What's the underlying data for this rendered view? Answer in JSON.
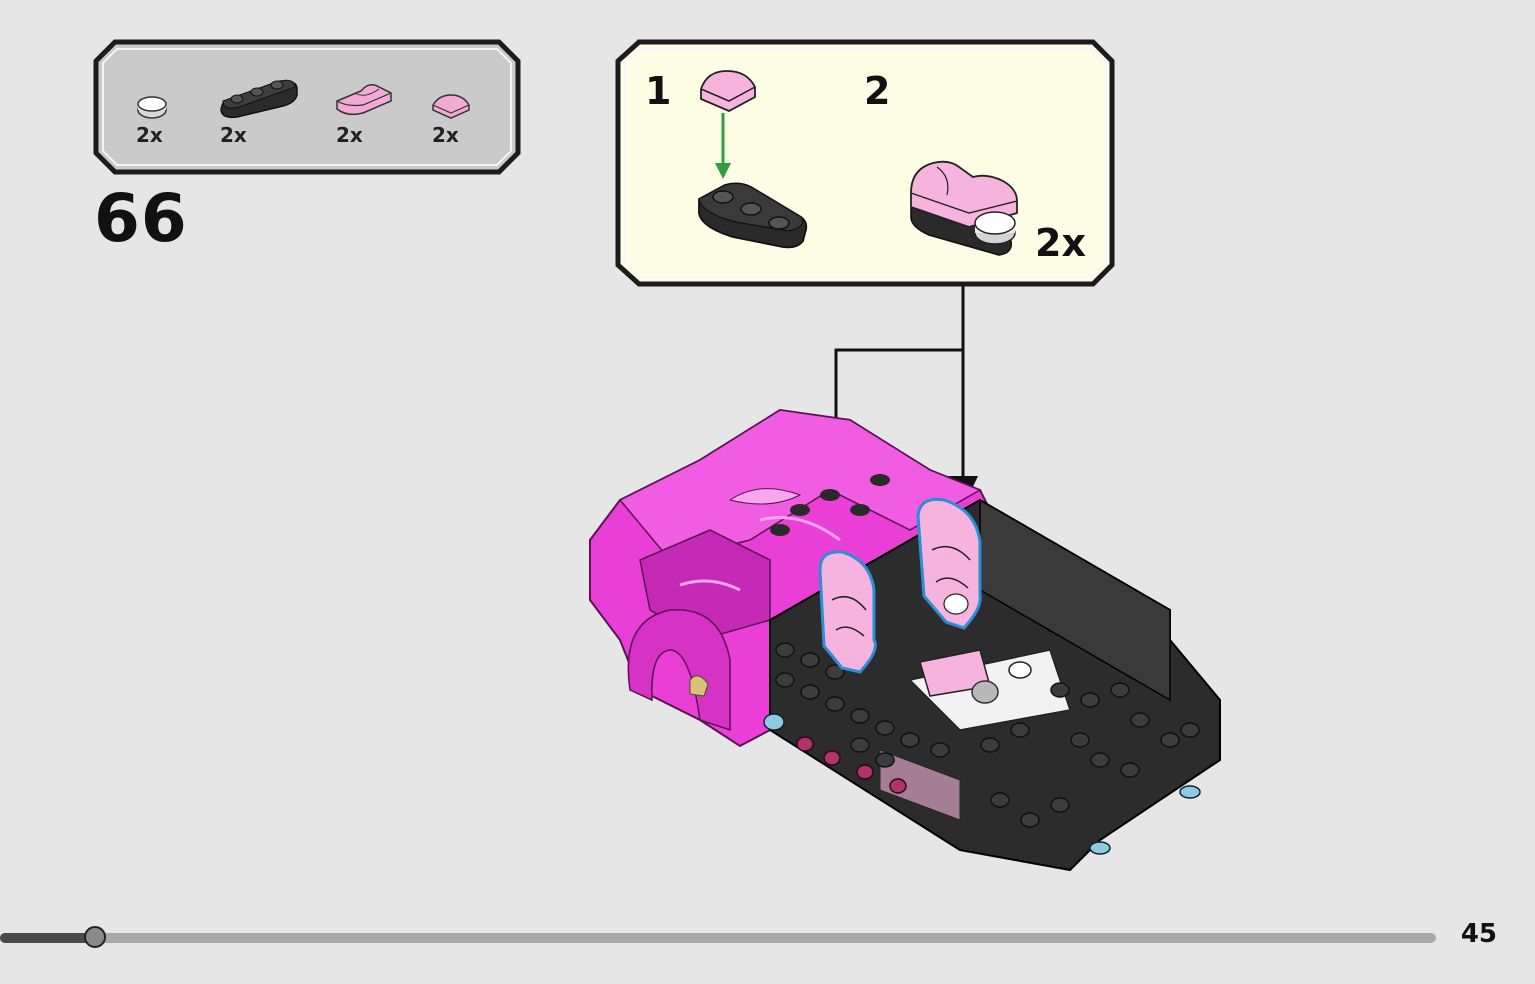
{
  "parts_list": {
    "items": [
      {
        "icon": "white-round-tile-icon",
        "color": "#ffffff",
        "qty": "2x"
      },
      {
        "icon": "black-plate-1x3-icon",
        "color": "#2b2b2b",
        "qty": "2x"
      },
      {
        "icon": "pink-curved-slope-icon",
        "color": "#f3a9d6",
        "qty": "2x"
      },
      {
        "icon": "pink-rounded-tile-icon",
        "color": "#f3a9d6",
        "qty": "2x"
      }
    ]
  },
  "step": {
    "number": "66"
  },
  "substeps": {
    "steps": [
      {
        "number": "1"
      },
      {
        "number": "2"
      }
    ],
    "repeat": "2x"
  },
  "colors": {
    "magenta": "#e93fd6",
    "pink_light": "#f6b3de",
    "black_brick": "#2c2c2c",
    "green_arrow": "#2e9e3e",
    "panel_yellow": "#fdfce4",
    "panel_gray": "#cacaca",
    "seat_outline": "#2a8fd4"
  },
  "progress": {
    "fraction": 0.066
  },
  "page": {
    "number": "45"
  }
}
